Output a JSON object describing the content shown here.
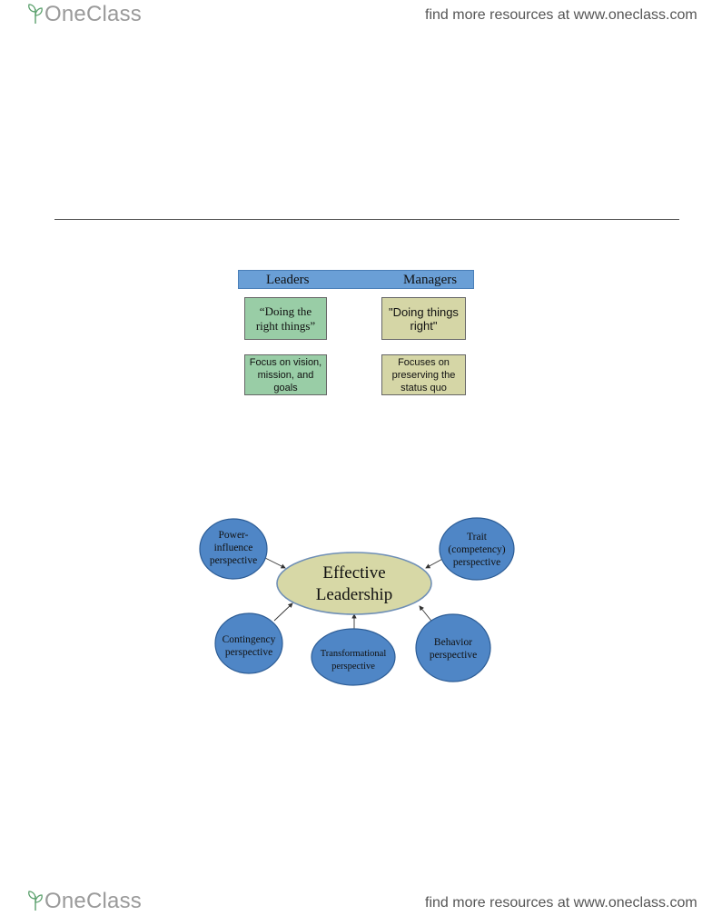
{
  "header": {
    "brand": "OneClass",
    "promo": "find more resources at www.oneclass.com"
  },
  "footer": {
    "brand": "OneClass",
    "promo": "find more resources at www.oneclass.com"
  },
  "comparison": {
    "left_heading": "Leaders",
    "right_heading": "Managers",
    "leaders": [
      "“Doing the right things”",
      "Focus on vision, mission, and goals"
    ],
    "managers": [
      "\"Doing things right\"",
      "Focuses on preserving the status quo"
    ]
  },
  "diagram": {
    "center": [
      "Effective",
      "Leadership"
    ],
    "nodes": {
      "power": [
        "Power-",
        "influence",
        "perspective"
      ],
      "trait": [
        "Trait",
        "(competency)",
        "perspective"
      ],
      "contingency": [
        "Contingency",
        "perspective"
      ],
      "transformational": [
        "Transformational",
        "perspective"
      ],
      "behavior": [
        "Behavior",
        "perspective"
      ]
    }
  },
  "colors": {
    "leaders_fill": "#99cda6",
    "managers_fill": "#d5d6a6",
    "header_bar": "#6a9fd6",
    "node_fill": "#4f86c6",
    "center_fill": "#d7d8a6",
    "brand_leaf": "#5aa06c"
  }
}
